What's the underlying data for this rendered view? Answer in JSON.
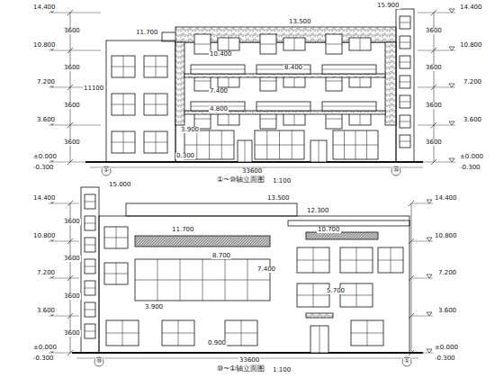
{
  "diagram": {
    "labels": [
      "14.400",
      "10.800",
      "7.200",
      "3.600",
      "±0.000",
      "-0.300",
      "3600",
      "3600",
      "3600",
      "3600",
      "11100",
      "14.400",
      "10.800",
      "7.200",
      "3.600",
      "±0.000",
      "-0.300",
      "3600",
      "3600",
      "3600",
      "3600",
      "15.900",
      "13.500",
      "11.700",
      "10.400",
      "8.400",
      "7.400",
      "4.800",
      "3.900",
      "0.300",
      "33600",
      "①",
      "⑩",
      "①~⑩轴立面图",
      "1:100",
      "14.400",
      "10.800",
      "7.200",
      "3.600",
      "±0.000",
      "-0.300",
      "3600",
      "3600",
      "3600",
      "3600",
      "14.400",
      "10.800",
      "7.200",
      "3.600",
      "±0.000",
      "-0.300",
      "15.000",
      "13.500",
      "12.300",
      "11.700",
      "10.700",
      "8.700",
      "7.400",
      "5.700",
      "3.900",
      "0.900",
      "33600",
      "⑩",
      "①",
      "⑩~①轴立面图",
      "1:100"
    ]
  }
}
